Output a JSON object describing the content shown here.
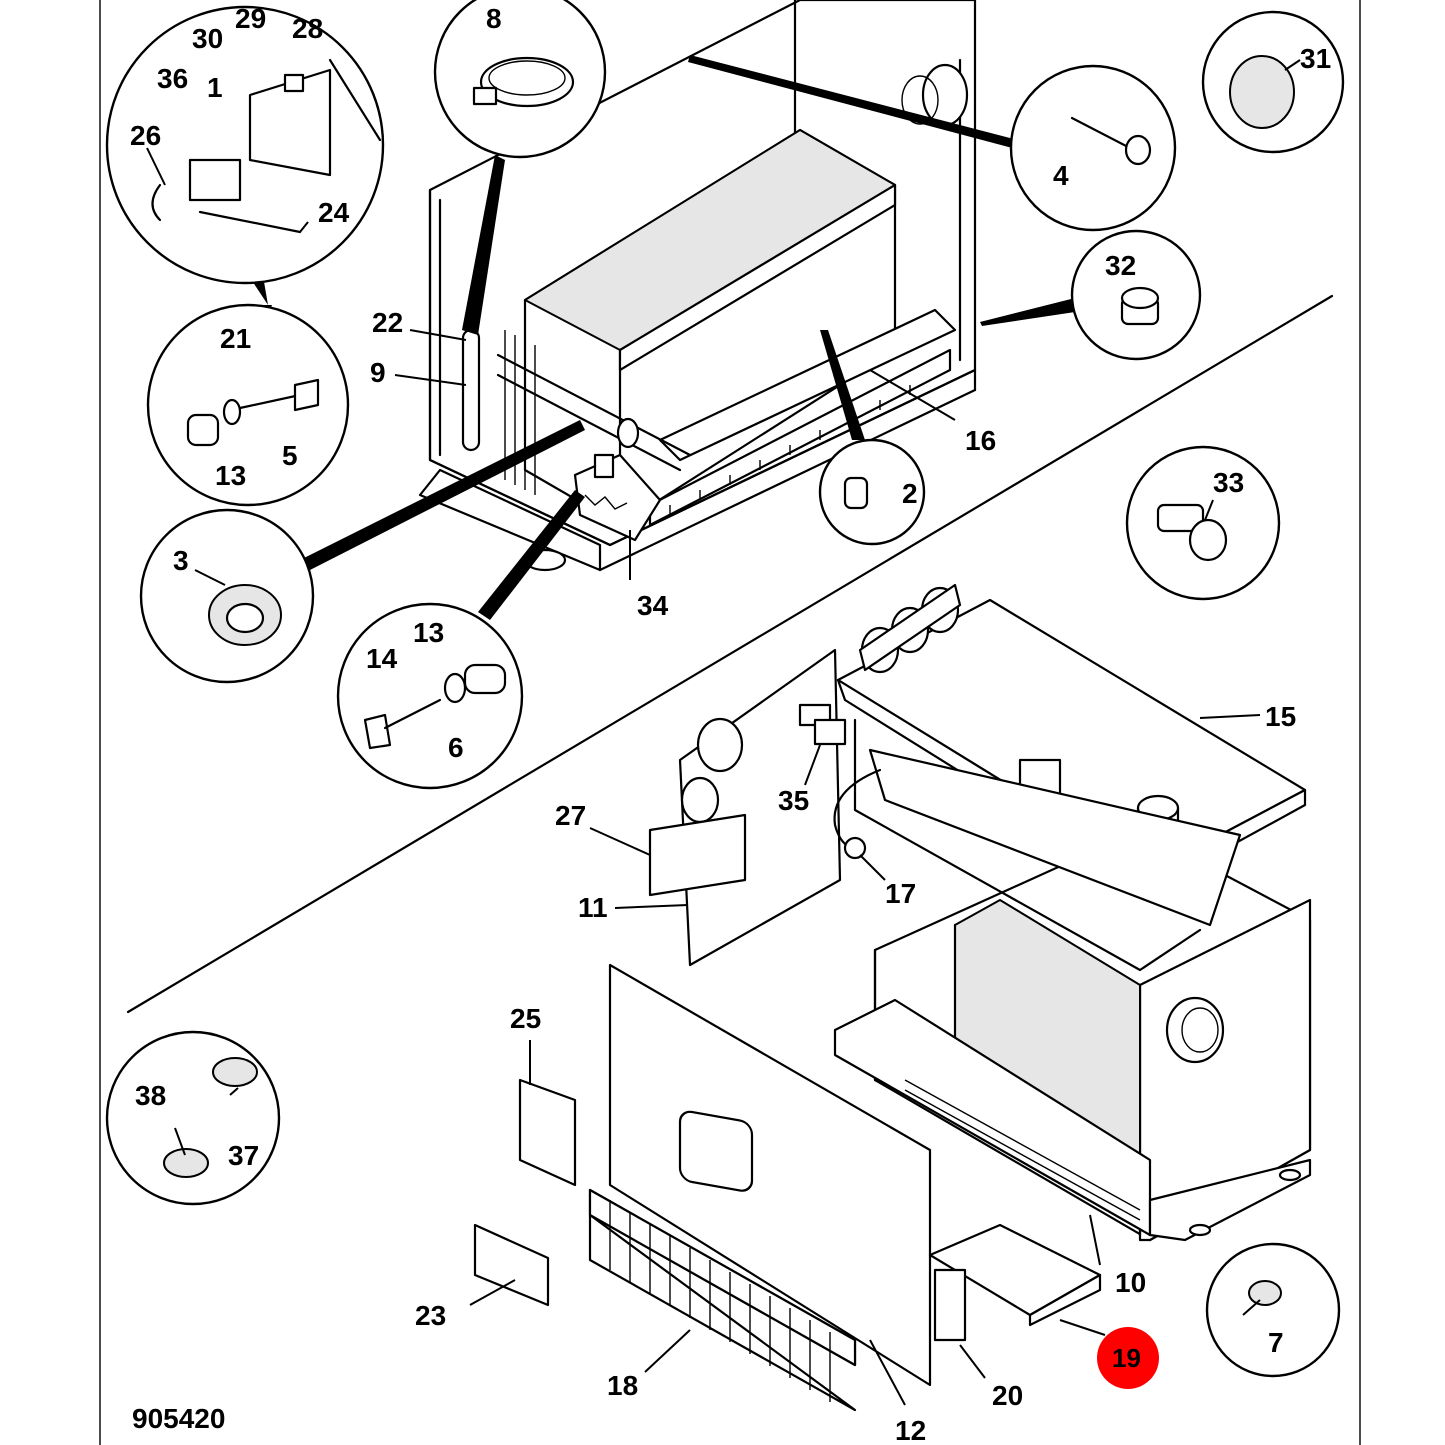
{
  "drawing_number": "905420",
  "highlight": {
    "label": "19",
    "color": "#ff0000"
  },
  "labels": {
    "p1": "1",
    "p2": "2",
    "p3": "3",
    "p4": "4",
    "p5": "5",
    "p6": "6",
    "p7": "7",
    "p8": "8",
    "p9": "9",
    "p10": "10",
    "p11": "11",
    "p12": "12",
    "p13a": "13",
    "p13b": "13",
    "p14": "14",
    "p15": "15",
    "p16": "16",
    "p17": "17",
    "p18": "18",
    "p20": "20",
    "p21": "21",
    "p22": "22",
    "p23": "23",
    "p24": "24",
    "p25": "25",
    "p26": "26",
    "p27": "27",
    "p28": "28",
    "p29": "29",
    "p30": "30",
    "p31": "31",
    "p32": "32",
    "p33": "33",
    "p34": "34",
    "p35": "35",
    "p36": "36",
    "p37": "37",
    "p38": "38"
  }
}
